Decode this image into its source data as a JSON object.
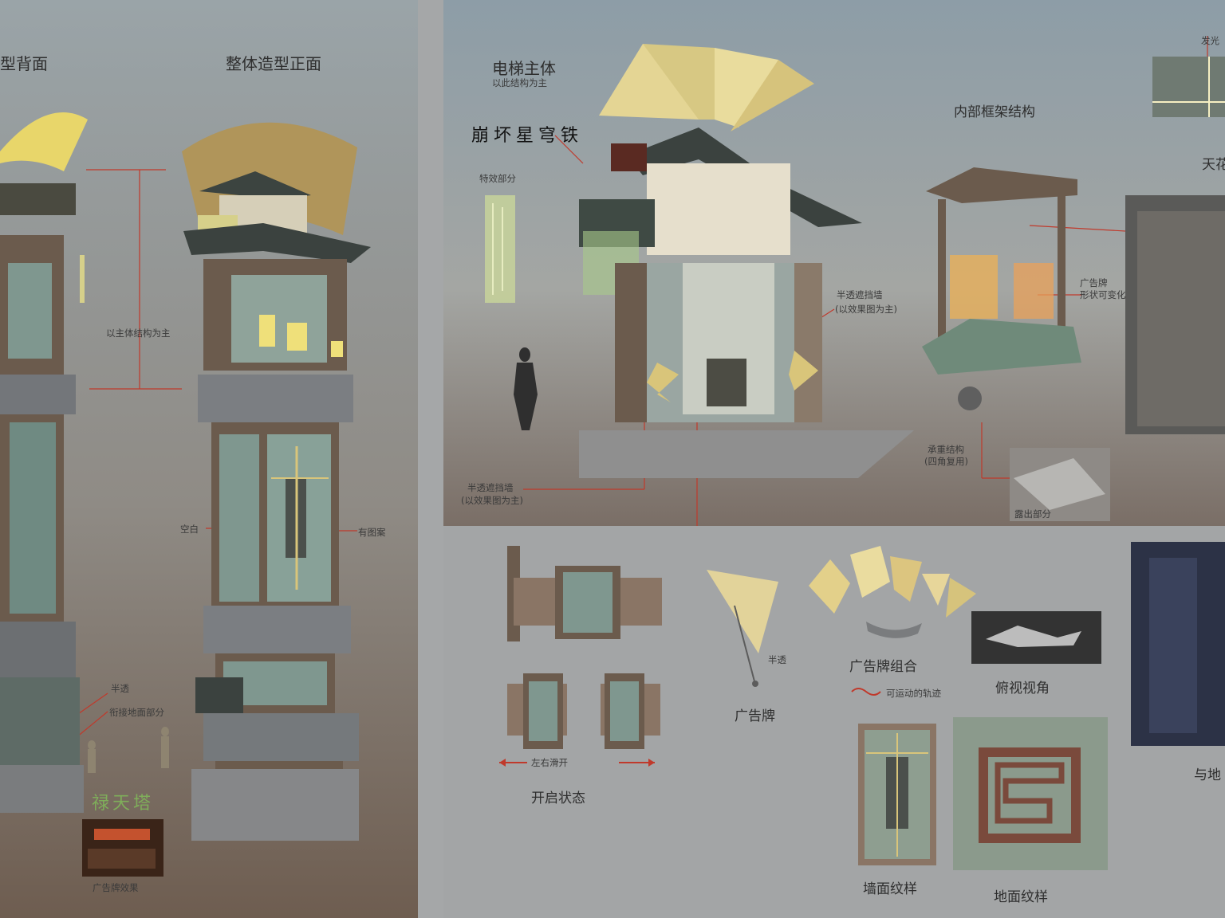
{
  "left_panel": {
    "title_back": "型背面",
    "title_front": "整体造型正面",
    "note_main": "以主体结构为主",
    "note_blank": "空白",
    "note_pattern": "有图案",
    "note_semi": "半透",
    "note_ground": "衔接地面部分",
    "sign_text": "禄天塔",
    "caption_billboard": "广告牌效果"
  },
  "right_top_panel": {
    "title_elevator": "电梯主体",
    "subtitle_elevator": "以此结构为主",
    "calligraphy": "崩坏星穹铁",
    "note_effects": "特效部分",
    "note_semi_wall_1": "半透遮挡墙",
    "note_semi_wall_1_sub": "(以效果图为主)",
    "note_semi_wall_2": "半透遮挡墙",
    "note_semi_wall_2_sub": "(以效果图为主)",
    "title_frame": "内部框架结构",
    "note_billboard": "广告牌",
    "note_billboard_sub": "形状可变化",
    "note_bearing": "承重结构",
    "note_bearing_sub": "(四角复用)",
    "note_exposed": "露出部分",
    "note_glow": "发光",
    "title_ceiling": "天花"
  },
  "bottom_panel": {
    "title_open_state": "开启状态",
    "note_slide": "左右滑开",
    "note_semi": "半透",
    "title_billboard": "广告牌",
    "title_billboard_combo": "广告牌组合",
    "note_motion": "可运动的轨迹",
    "title_top_view": "俯视视角",
    "title_wall_pattern": "墙面纹样",
    "title_floor_pattern": "地面纹样",
    "title_with_ground": "与地"
  },
  "colors": {
    "left_bg_top": "#9aa4a8",
    "left_bg_bottom": "#6e5d50",
    "right_bg_top": "#8d9da7",
    "right_bg_bottom": "#7a6e66",
    "bottom_bg": "#a3a5a6",
    "red_line": "#c0392b",
    "gold": "#d9c57a",
    "wood": "#6b5b4d",
    "glass": "#7f978f"
  }
}
